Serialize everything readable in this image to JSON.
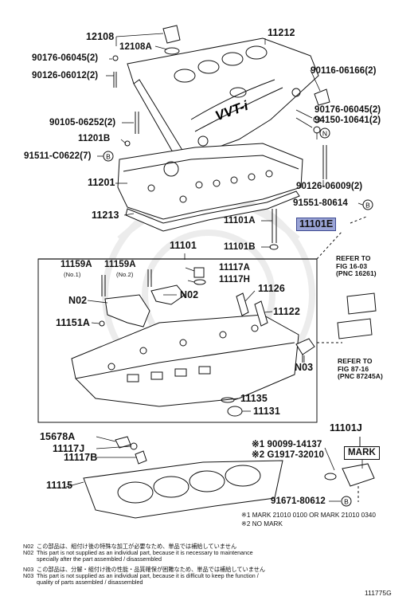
{
  "callouts": {
    "p12108": "12108",
    "p12108A": "12108A",
    "p11212": "11212",
    "p90176_06045_top": "90176-06045(2)",
    "p90126_06012": "90126-06012(2)",
    "p90116_06166": "90116-06166(2)",
    "p90105_06252": "90105-06252(2)",
    "p90176_06045_right": "90176-06045(2)",
    "p94150_10641": "94150-10641(2)",
    "p11201B": "11201B",
    "p91511_C0622": "91511-C0622(7)",
    "p11201": "11201",
    "p90126_06009": "90126-06009(2)",
    "p91551_80614": "91551-80614",
    "p11213": "11213",
    "p11101A": "11101A",
    "p11101E": "11101E",
    "p11101": "11101",
    "p11101B": "11101B",
    "p11159A_1": "11159A",
    "p11159A_1_note": "(No.1)",
    "p11159A_2": "11159A",
    "p11159A_2_note": "(No.2)",
    "p11117A": "11117A",
    "p11117H": "11117H",
    "pN02_left": "N02",
    "pN02_mid": "N02",
    "p11126": "11126",
    "p11122": "11122",
    "p11151A": "11151A",
    "pN03": "N03",
    "p11135": "11135",
    "p11131": "11131",
    "p11101J": "11101J",
    "p15678A": "15678A",
    "p11117J": "11117J",
    "p11117B": "11117B",
    "p90099_14137": "※1 90099-14137",
    "pG1917_32010": "※2 G1917-32010",
    "pMARK": "MARK",
    "p11115": "11115",
    "p91671_80612": "91671-80612"
  },
  "circled_letters": {
    "b": "B",
    "n": "N"
  },
  "engine_marking": "VVT-i",
  "refs": {
    "ref1_line1": "REFER TO",
    "ref1_line2": "FIG 16-03",
    "ref1_line3": "(PNC 16261)",
    "ref2_line1": "REFER TO",
    "ref2_line2": "FIG 87-16",
    "ref2_line3": "(PNC 87245A)"
  },
  "footnotes": {
    "mark1": "※1 MARK 21010 0100 OR MARK 21010 0340",
    "mark2": "※2 NO MARK"
  },
  "notes": [
    {
      "code": "N02",
      "text": "この部品は、組付け後の特殊な加工が必要なため、単品では補給していません"
    },
    {
      "code": "N02",
      "text": "This part is not supplied as an individual part, because it is necessary to maintenance"
    },
    {
      "code": "",
      "text": "specially after the part assembled / disassembled"
    },
    {
      "code": "N03",
      "text": "この部品は、分解・組付け後の性能・品質確保が困難なため、単品では補給していません"
    },
    {
      "code": "N03",
      "text": "This part is not supplied as an individual part, because it is difficult to keep the function /"
    },
    {
      "code": "",
      "text": "quality of parts assembled / disassembled"
    }
  ],
  "image_code": "111775G",
  "colors": {
    "highlight_fill": "#9aa4d6",
    "highlight_border": "#3e4a92",
    "ink": "#111111",
    "watermark": "#e9e9e9"
  }
}
